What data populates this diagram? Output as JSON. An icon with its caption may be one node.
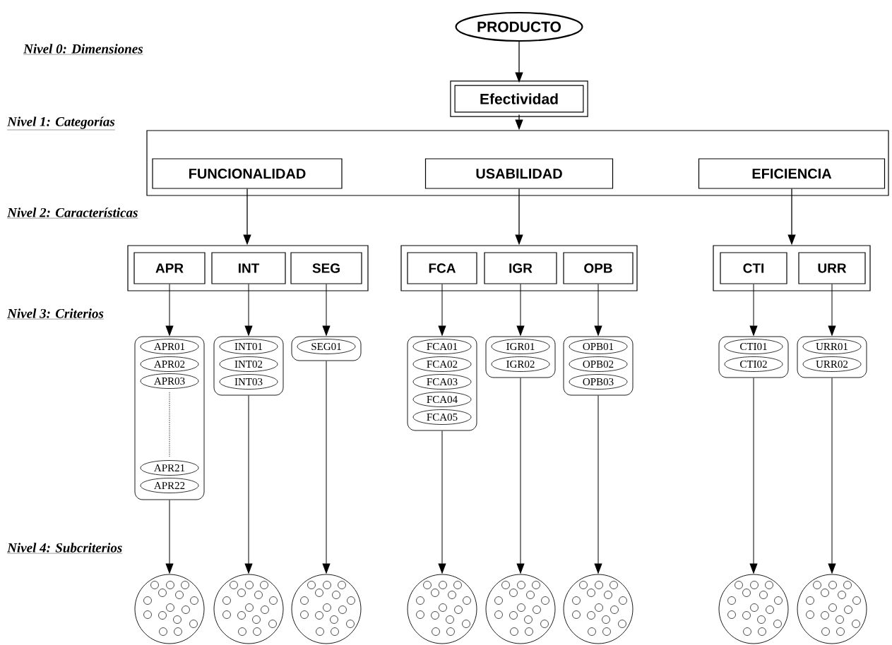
{
  "diagram": {
    "nodes": [
      {
        "text": [
          "PRODUCTO"
        ]
      },
      {
        "text": [
          "Efectividad"
        ]
      },
      {
        "text": [],
        "shape": "box"
      },
      {
        "text": [
          "FUNCIONALIDAD"
        ],
        "in": 2
      },
      {
        "text": [
          "USABILIDAD"
        ],
        "in": 2
      },
      {
        "text": [
          "EFICIENCIA"
        ],
        "in": 2
      },
      {
        "text": [],
        "shape": "box"
      },
      {
        "text": [
          "APR"
        ],
        "in": 6
      },
      {
        "text": [
          "INT"
        ],
        "in": 6
      },
      {
        "text": [
          "SEG"
        ],
        "in": 6
      },
      {
        "text": [],
        "shape": "box"
      },
      {
        "text": [
          "FCA"
        ],
        "in": 10
      },
      {
        "text": [
          "IGR"
        ],
        "in": 10
      },
      {
        "text": [
          "OPB"
        ],
        "in": 10
      },
      {
        "text": [],
        "shape": "box"
      },
      {
        "text": [
          "CTI"
        ],
        "in": 14
      },
      {
        "text": [
          "URR"
        ],
        "in": 14
      },
      {
        "text": [],
        "shape": "box"
      },
      {
        "text": [
          "APR01"
        ],
        "in": 17
      },
      {
        "text": [
          "APR02"
        ],
        "in": 17
      },
      {
        "text": [
          "APR03"
        ],
        "in": 17
      },
      {
        "text": [
          "APR21"
        ],
        "in": 17
      },
      {
        "text": [
          "APR22"
        ],
        "in": 17
      },
      {
        "text": [],
        "shape": "box"
      },
      {
        "text": [
          "INT01"
        ],
        "in": 23
      },
      {
        "text": [
          "INT02"
        ],
        "in": 23
      },
      {
        "text": [
          "INT03"
        ],
        "in": 23
      },
      {
        "text": [],
        "shape": "box"
      },
      {
        "text": [
          "SEG01"
        ],
        "in": 27
      },
      {
        "text": [],
        "shape": "box"
      },
      {
        "text": [
          "FCA01"
        ],
        "in": 29
      },
      {
        "text": [
          "FCA02"
        ],
        "in": 29
      },
      {
        "text": [
          "FCA03"
        ],
        "in": 29
      },
      {
        "text": [
          "FCA04"
        ],
        "in": 29
      },
      {
        "text": [
          "FCA05"
        ],
        "in": 29
      },
      {
        "text": [],
        "shape": "box"
      },
      {
        "text": [
          "IGR01"
        ],
        "in": 35
      },
      {
        "text": [
          "IGR02"
        ],
        "in": 35
      },
      {
        "text": [],
        "shape": "box"
      },
      {
        "text": [
          "OPB01"
        ],
        "in": 38
      },
      {
        "text": [
          "OPB02"
        ],
        "in": 38
      },
      {
        "text": [
          "OPB03"
        ],
        "in": 38
      },
      {
        "text": [],
        "shape": "box"
      },
      {
        "text": [
          "CTI01"
        ],
        "in": 42
      },
      {
        "text": [
          "CTI02"
        ],
        "in": 42
      },
      {
        "text": [],
        "shape": "box"
      },
      {
        "text": [
          "URR01"
        ],
        "in": 45
      },
      {
        "text": [
          "URR02"
        ],
        "in": 45
      },
      {
        "text": [],
        "shape": "circle"
      },
      {
        "text": [],
        "shape": "circle"
      },
      {
        "text": [],
        "shape": "circle"
      },
      {
        "text": [],
        "shape": "circle"
      },
      {
        "text": [],
        "shape": "circle"
      },
      {
        "text": [],
        "shape": "circle"
      },
      {
        "text": [],
        "shape": "circle"
      },
      {
        "text": [],
        "shape": "circle"
      }
    ],
    "edges": [
      {
        "from": 0,
        "to": 1,
        "arrow": "to"
      },
      {
        "from": 1,
        "to": 2,
        "arrow": "to"
      },
      {
        "from": 3,
        "to": 6,
        "arrow": "to"
      },
      {
        "from": 4,
        "to": 10,
        "arrow": "to"
      },
      {
        "from": 5,
        "to": 14,
        "arrow": "to"
      },
      {
        "from": 7,
        "to": 17,
        "arrow": "to"
      },
      {
        "from": 8,
        "to": 23,
        "arrow": "to"
      },
      {
        "from": 9,
        "to": 27,
        "arrow": "to"
      },
      {
        "from": 11,
        "to": 29,
        "arrow": "to"
      },
      {
        "from": 12,
        "to": 35,
        "arrow": "to"
      },
      {
        "from": 13,
        "to": 38,
        "arrow": "to"
      },
      {
        "from": 15,
        "to": 42,
        "arrow": "to"
      },
      {
        "from": 16,
        "to": 45,
        "arrow": "to"
      },
      {
        "from": 20,
        "to": 21,
        "arrow": "none",
        "style": "dashed"
      },
      {
        "from": 17,
        "to": 48,
        "arrow": "to"
      },
      {
        "from": 23,
        "to": 49,
        "arrow": "to"
      },
      {
        "from": 27,
        "to": 50,
        "arrow": "to"
      },
      {
        "from": 29,
        "to": 51,
        "arrow": "to"
      },
      {
        "from": 35,
        "to": 52,
        "arrow": "to"
      },
      {
        "from": 38,
        "to": 53,
        "arrow": "to"
      },
      {
        "from": 42,
        "to": 54,
        "arrow": "to"
      },
      {
        "from": 45,
        "to": 55,
        "arrow": "to"
      }
    ],
    "labels": [
      "Nivel 0: Dimensiones",
      "Nivel 1: Categorías",
      "Nivel 2: Características",
      "Nivel 3: Criterios",
      "Nivel 4: Subcriterios"
    ]
  }
}
